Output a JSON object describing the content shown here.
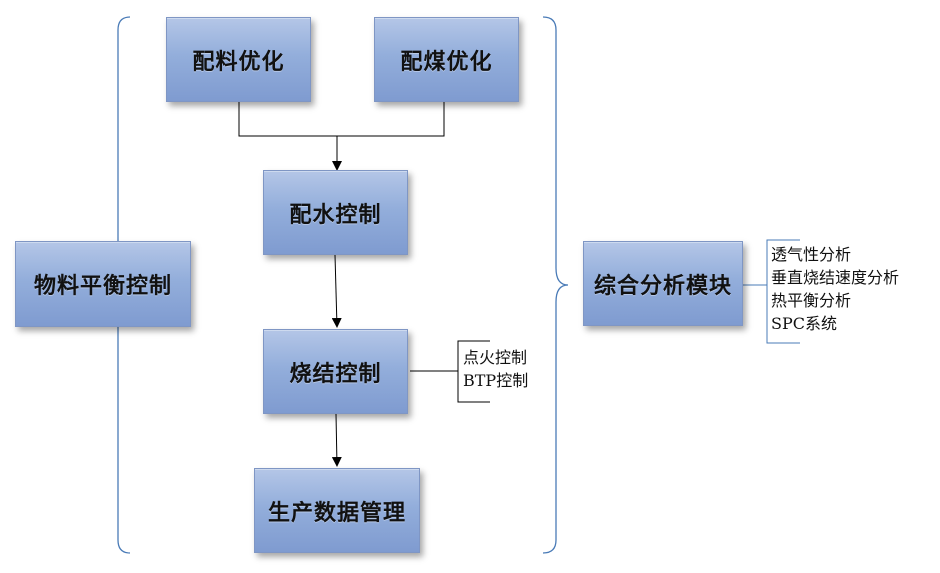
{
  "left_module": {
    "label": "物料平衡控制"
  },
  "right_module": {
    "label": "综合分析模块"
  },
  "flow": {
    "mix_opt": "配料优化",
    "coal_opt": "配煤优化",
    "water_ctrl": "配水控制",
    "sinter_ctrl": "烧结控制",
    "prod_data": "生产数据管理"
  },
  "sinter_sub": [
    "点火控制",
    "BTP控制"
  ],
  "analysis_sub": [
    "透气性分析",
    "垂直烧结速度分析",
    "热平衡分析",
    "SPC系统"
  ],
  "colors": {
    "box_top": "#b4c6e7",
    "box_bottom": "#7f9bd0",
    "bracket": "#4a7bb7",
    "line": "#000000"
  }
}
